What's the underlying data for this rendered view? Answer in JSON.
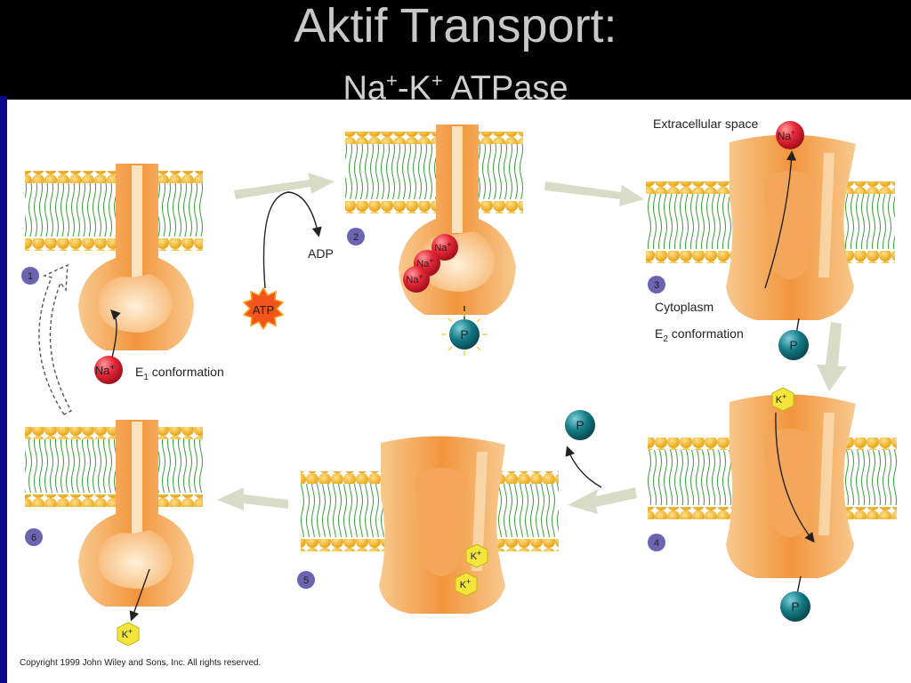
{
  "title": "Aktif Transport:",
  "subtitle": {
    "pre": "Na",
    "plus1": "+",
    "mid": "-K",
    "plus2": "+",
    "post": " ATPase"
  },
  "labels": {
    "extracellular": "Extracellular space",
    "cytoplasm": "Cytoplasm",
    "adp": "ADP",
    "atp": "ATP",
    "e1_pre": "E",
    "e1_sub": "1",
    "e1_post": " conformation",
    "e2_pre": "E",
    "e2_sub": "2",
    "e2_post": " conformation",
    "na": "Na",
    "plus": "+",
    "k": "K",
    "p": "P",
    "copyright": "Copyright 1999 John Wiley and Sons, Inc. All rights reserved."
  },
  "steps": [
    "1",
    "2",
    "3",
    "4",
    "5",
    "6"
  ],
  "colors": {
    "lipid_head": "#f3b31e",
    "lipid_tail": "#3a9a3a",
    "protein": "#f5a24a",
    "na_ion": "#e8283a",
    "k_ion": "#f4e53a",
    "phosphate": "#137a86",
    "step_badge": "#6c64b0",
    "arrow": "#d8dcc6"
  }
}
